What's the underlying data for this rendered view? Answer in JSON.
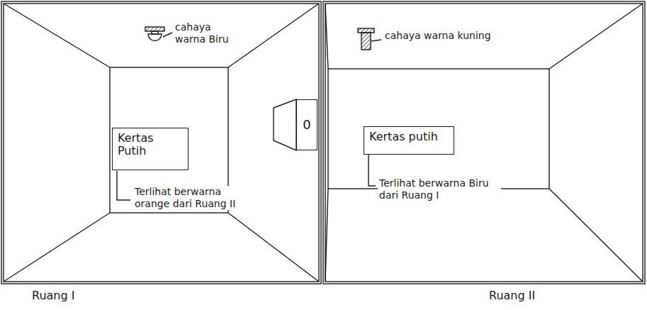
{
  "diagram": {
    "nodes": [
      {
        "text": [
          "Ruang I"
        ]
      },
      {
        "text": [
          "Kertas Putih"
        ],
        "in": 0
      },
      {
        "text": [
          "0"
        ],
        "in": 0
      },
      {
        "text": [
          "Ruang II"
        ]
      },
      {
        "text": [
          "Kertas putih"
        ],
        "in": 3
      }
    ],
    "labels": [
      "cahaya warna Biru",
      "Terlihat berwarna orange dari Ruang II",
      "cahaya warna kuning",
      "Terlihat berwarna Biru dari Ruang I"
    ]
  }
}
